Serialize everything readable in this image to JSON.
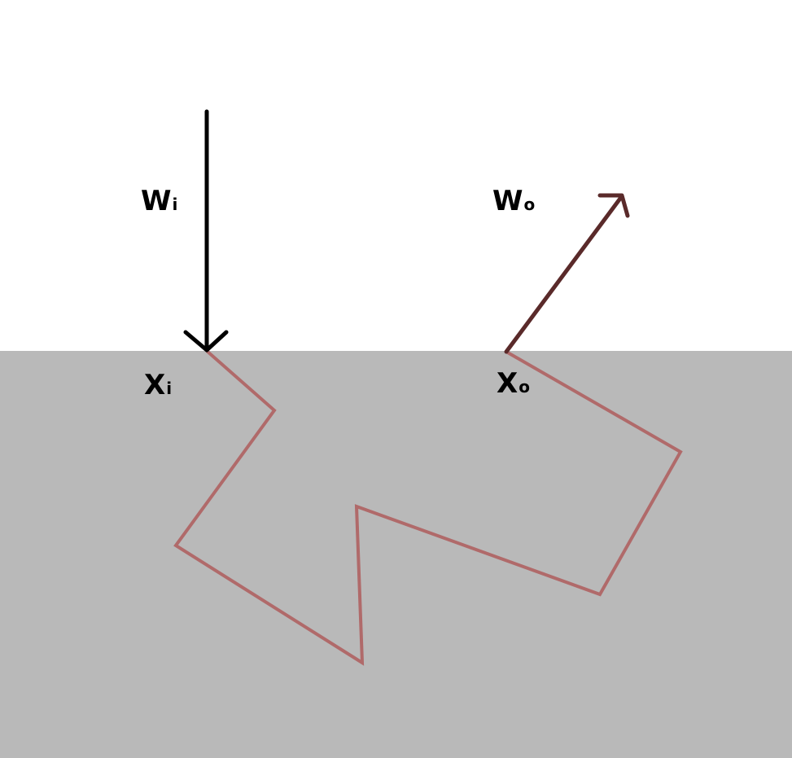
{
  "labels": {
    "incoming_direction": {
      "main": "W",
      "sub": "i"
    },
    "outgoing_direction": {
      "main": "W",
      "sub": "o"
    },
    "entry_point": {
      "main": "X",
      "sub": "i"
    },
    "exit_point": {
      "main": "X",
      "sub": "o"
    }
  },
  "colors": {
    "background": "#ffffff",
    "medium": "#b9b9b9",
    "incoming_ray": "#000000",
    "outgoing_ray": "#5a2a2a",
    "scatter_path": "#b06a6a",
    "label_text": "#000000"
  }
}
